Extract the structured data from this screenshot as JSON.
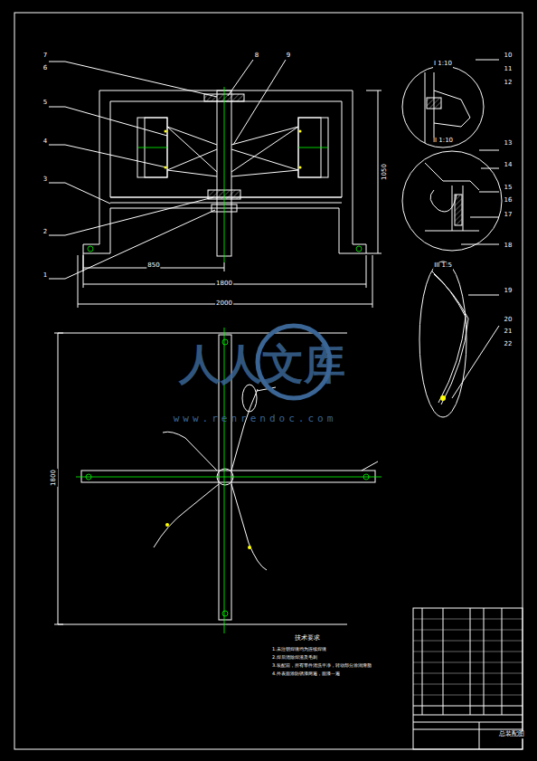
{
  "diagram": {
    "labels": [
      "7",
      "6",
      "8",
      "9",
      "5",
      "4",
      "3",
      "2",
      "1",
      "I 1:10",
      "10",
      "11",
      "12",
      "II 1:10",
      "13",
      "14",
      "15",
      "16",
      "17",
      "18",
      "III 1:5",
      "19",
      "20",
      "21",
      "22",
      "850",
      "1800",
      "2000",
      "1050",
      "1800",
      "人人文库",
      "www.renrendoc.com",
      "技术要求",
      "1.未注明焊缝均为连续焊缝",
      "2.焊后清除焊渣及毛刺",
      "3.装配前，所有零件清洗干净，转动部分涂润滑脂",
      "4.外表面涂防锈漆两遍，面漆一遍",
      "总装配图"
    ]
  }
}
